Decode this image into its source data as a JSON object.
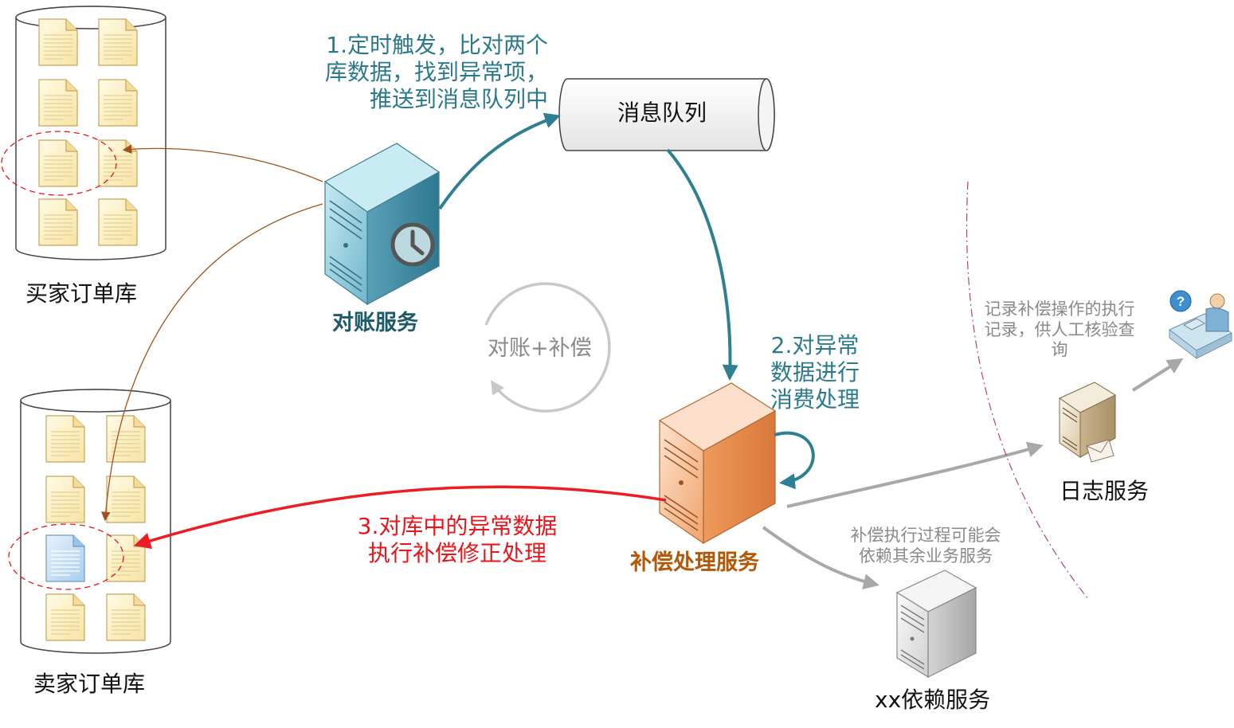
{
  "databases": {
    "buyer": {
      "label": "买家订单库"
    },
    "seller": {
      "label": "卖家订单库"
    }
  },
  "queue": {
    "label": "消息队列"
  },
  "services": {
    "reconcile": {
      "label": "对账服务"
    },
    "compensate": {
      "label": "补偿处理服务"
    },
    "log": {
      "label": "日志服务"
    },
    "dependency": {
      "label": "xx依赖服务"
    }
  },
  "steps": {
    "step1": "1.定时触发，比对两个\n库数据，找到异常项，\n推送到消息队列中",
    "step2": "2.对异常\n数据进行\n消费处理",
    "step3": "3.对库中的异常数据\n执行补偿修正处理"
  },
  "cycle": {
    "label": "对账+补偿"
  },
  "notes": {
    "log_note": "记录补偿操作的执行\n记录，供人工核验查\n询",
    "dependency_note": "补偿执行过程可能会\n依赖其余业务服务"
  },
  "colors": {
    "teal_arrow": "#2f7f92",
    "red_arrow": "#ee1c24",
    "brown_arrow": "#a0521d",
    "gray_arrow": "#a8a8a8",
    "server_blue": "#8ecfe0",
    "server_orange": "#f6b98c",
    "doc_yellow": "#fbefc2",
    "doc_blue": "#bcd9f2"
  }
}
